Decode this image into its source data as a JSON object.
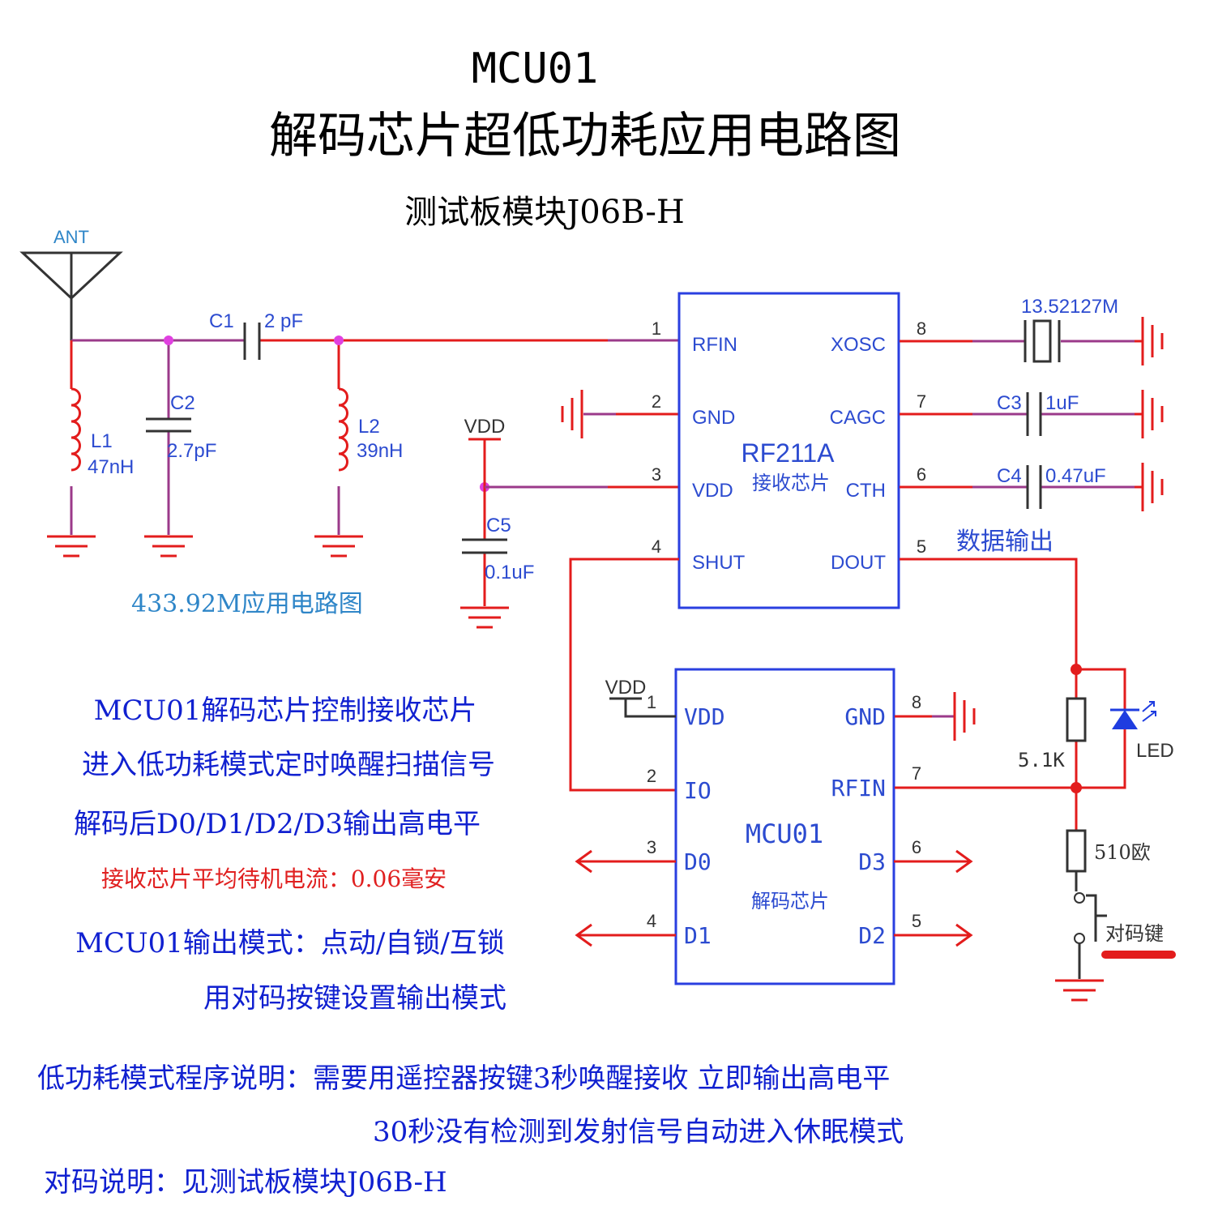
{
  "header": {
    "line1": "MCU01",
    "line2": "解码芯片超低功耗应用电路图",
    "line3": "测试板模块J06B-H"
  },
  "antenna": {
    "label": "ANT"
  },
  "rf_section": {
    "caption": "433.92M应用电路图",
    "c1": {
      "ref": "C1",
      "value": "2 pF"
    },
    "c2": {
      "ref": "C2",
      "value": "2.7pF"
    },
    "l1": {
      "ref": "L1",
      "value": "47nH"
    },
    "l2": {
      "ref": "L2",
      "value": "39nH"
    },
    "c5": {
      "ref": "C5",
      "value": "0.1uF"
    },
    "vdd": "VDD"
  },
  "rf211a": {
    "name": "RF211A",
    "desc": "接收芯片",
    "pins": [
      {
        "num": "1",
        "name": "RFIN"
      },
      {
        "num": "2",
        "name": "GND"
      },
      {
        "num": "3",
        "name": "VDD"
      },
      {
        "num": "4",
        "name": "SHUT"
      },
      {
        "num": "5",
        "name": "DOUT"
      },
      {
        "num": "6",
        "name": "CTH"
      },
      {
        "num": "7",
        "name": "CAGC"
      },
      {
        "num": "8",
        "name": "XOSC"
      }
    ],
    "crystal": "13.52127M",
    "c3": {
      "ref": "C3",
      "value": "1uF"
    },
    "c4": {
      "ref": "C4",
      "value": "0.47uF"
    },
    "data_out": "数据输出"
  },
  "mcu01": {
    "name": "MCU01",
    "desc": "解码芯片",
    "vdd": "VDD",
    "pins": [
      {
        "num": "1",
        "name": "VDD"
      },
      {
        "num": "2",
        "name": "IO"
      },
      {
        "num": "3",
        "name": "D0"
      },
      {
        "num": "4",
        "name": "D1"
      },
      {
        "num": "5",
        "name": "D2"
      },
      {
        "num": "6",
        "name": "D3"
      },
      {
        "num": "7",
        "name": "RFIN"
      },
      {
        "num": "8",
        "name": "GND"
      }
    ]
  },
  "right_section": {
    "r1": "5.1K",
    "led": "LED",
    "r2": "510欧",
    "button": "对码键"
  },
  "description": {
    "lines": [
      "MCU01解码芯片控制接收芯片",
      "进入低功耗模式定时唤醒扫描信号",
      "解码后D0/D1/D2/D3输出高电平"
    ],
    "current_note": "接收芯片平均待机电流：0.06毫安",
    "mode_lines": [
      "MCU01输出模式：点动/自锁/互锁",
      "用对码按键设置输出模式"
    ]
  },
  "footer": {
    "program_note_1": "低功耗模式程序说明：需要用遥控器按键3秒唤醒接收  立即输出高电平",
    "program_note_2": "30秒没有检测到发射信号自动进入休眠模式",
    "pairing_note": "对码说明：见测试板模块J06B-H"
  },
  "colors": {
    "wire": "#e31c1c",
    "wire_dark": "#9b3a8a",
    "chip_border": "#2a3fe0",
    "label_blue": "#2c4bd0",
    "caption_blue": "#2f86c8",
    "text_blue": "#1020d0",
    "note_red": "#e02020",
    "junction": "#e040e0"
  }
}
